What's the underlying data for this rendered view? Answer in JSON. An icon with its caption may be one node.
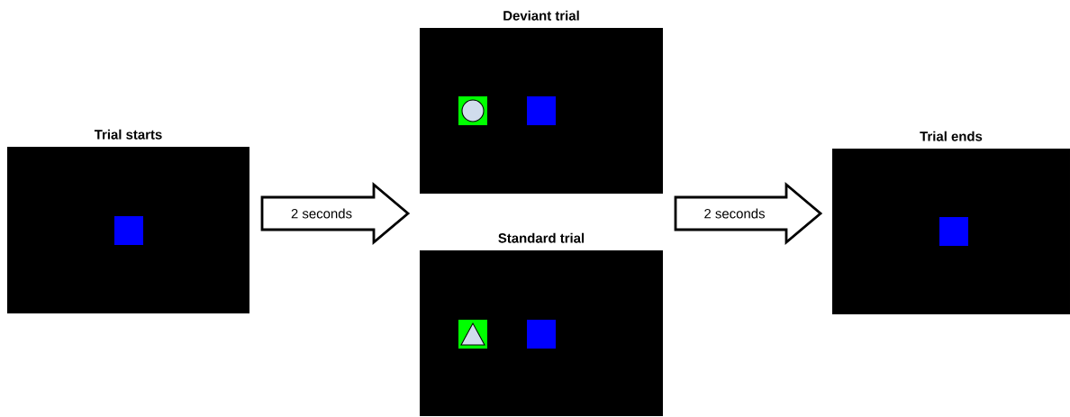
{
  "diagram": {
    "nodes": [
      {
        "text": [
          "Trial starts"
        ]
      },
      {
        "text": [
          "Deviant trial"
        ]
      },
      {
        "text": [
          "Standard trial"
        ]
      },
      {
        "text": [
          "Trial ends"
        ]
      }
    ],
    "edges": [
      {
        "from": 0,
        "to": 1,
        "arrow": "to",
        "label": "2 seconds"
      },
      {
        "from": 0,
        "to": 2,
        "arrow": "to"
      },
      {
        "from": 1,
        "to": 3,
        "arrow": "to",
        "label": "2 seconds"
      },
      {
        "from": 2,
        "to": 3,
        "arrow": "to"
      }
    ]
  }
}
